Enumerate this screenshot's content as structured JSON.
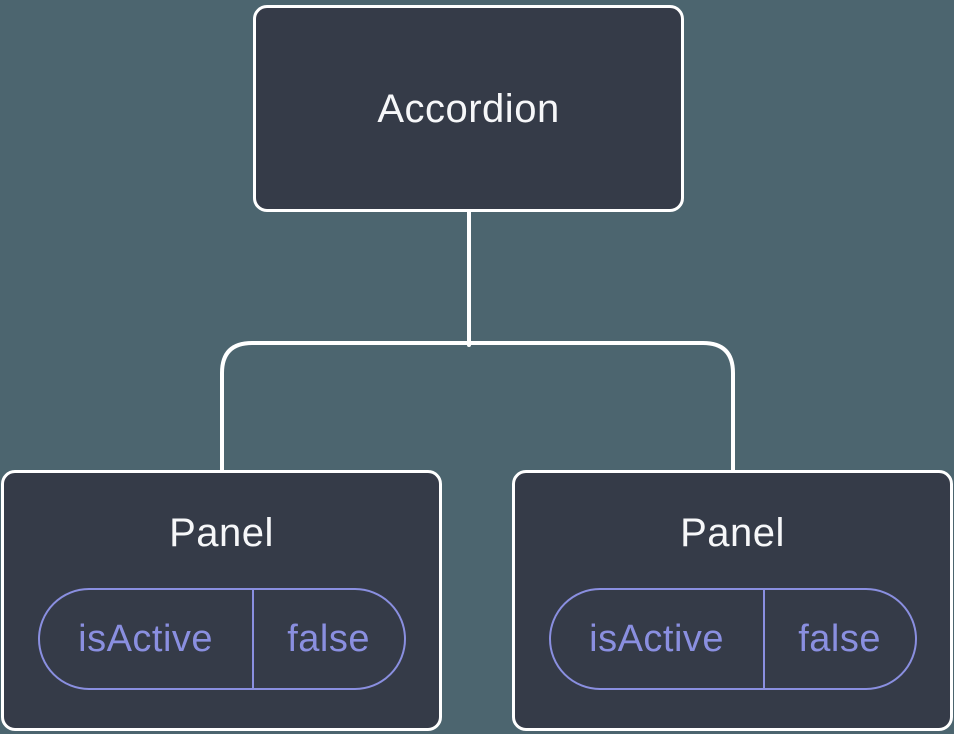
{
  "colors": {
    "background": "#4C656F",
    "node_fill": "#353B48",
    "node_border": "#FFFFFF",
    "text": "#F6F7F9",
    "accent": "#8A8FE0",
    "connector": "#FFFFFF"
  },
  "diagram": {
    "type": "component-tree",
    "root": {
      "label": "Accordion"
    },
    "panels": [
      {
        "label": "Panel",
        "state_key": "isActive",
        "state_value": "false"
      },
      {
        "label": "Panel",
        "state_key": "isActive",
        "state_value": "false"
      }
    ]
  }
}
